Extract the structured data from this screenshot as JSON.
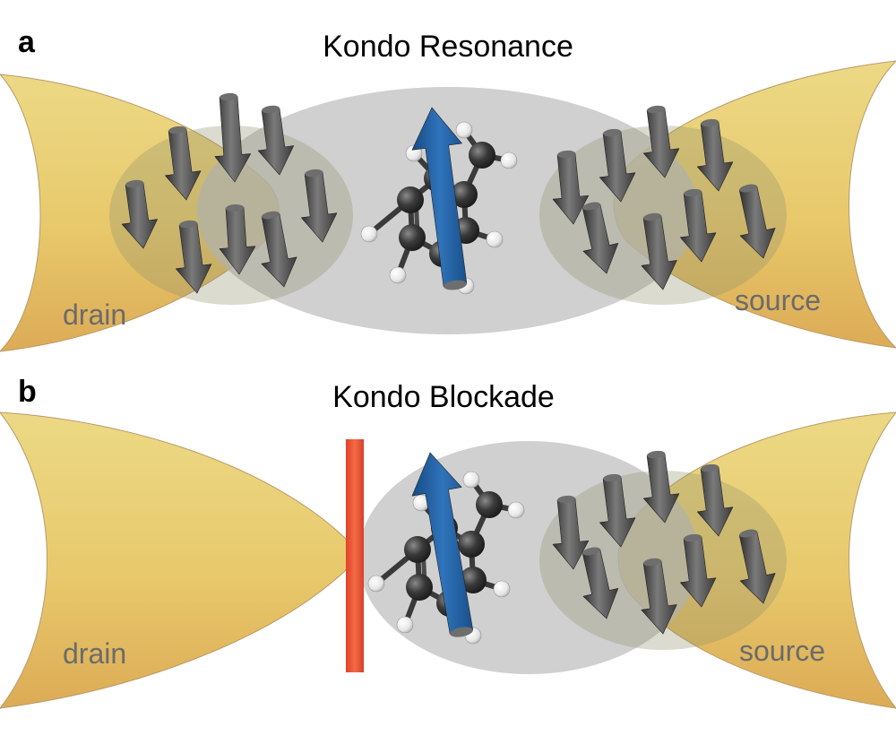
{
  "panels": [
    {
      "letter": "a",
      "title": "Kondo Resonance",
      "left_label": "drain",
      "right_label": "source"
    },
    {
      "letter": "b",
      "title": "Kondo Blockade",
      "left_label": "drain",
      "right_label": "source"
    }
  ],
  "colors": {
    "electrode_light": "#ead67a",
    "electrode_dark": "#dcae55",
    "cloud_gray": "#c8c8c8",
    "spin_arrow_gray": "#555555",
    "molecule_spin_blue": "#1f5fa0",
    "carbon_atom": "#333333",
    "hydrogen_atom": "#f2f2f2",
    "barrier_red": "#f05a36"
  },
  "icons": {
    "electron_spin": "down-arrow-icon",
    "molecular_spin": "up-arrow-icon",
    "molecule": "toluene-molecule-icon",
    "barrier": "barrier-bar"
  }
}
